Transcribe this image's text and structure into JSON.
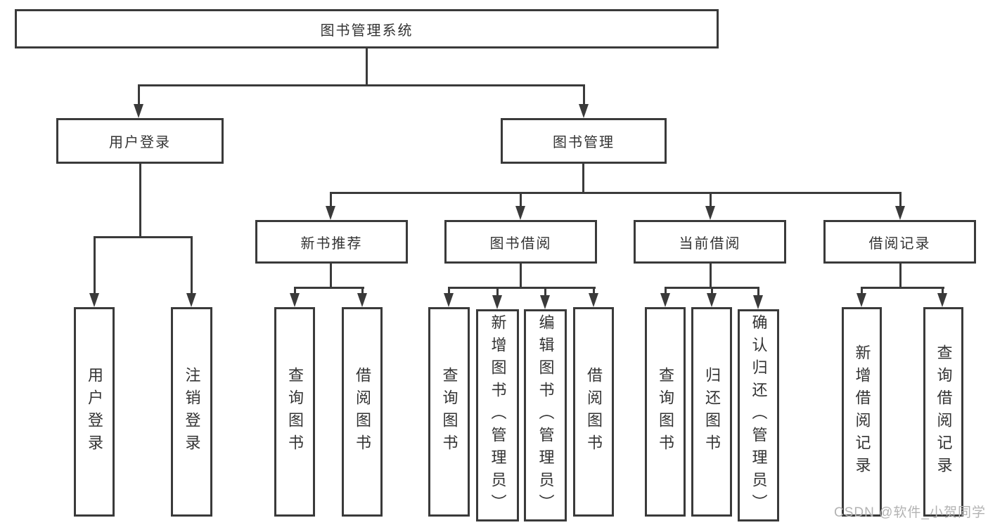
{
  "diagram": {
    "root": {
      "label": "图书管理系统"
    },
    "level2": [
      {
        "label": "用户登录"
      },
      {
        "label": "图书管理"
      }
    ],
    "level3": [
      {
        "label": "新书推荐"
      },
      {
        "label": "图书借阅"
      },
      {
        "label": "当前借阅"
      },
      {
        "label": "借阅记录"
      }
    ],
    "leaves": {
      "user": [
        "用户登录",
        "注销登录"
      ],
      "recommend": [
        "查询图书",
        "借阅图书"
      ],
      "borrow": [
        "查询图书",
        "新增图书（管理员）",
        "编辑图书（管理员）",
        "借阅图书"
      ],
      "current": [
        "查询图书",
        "归还图书",
        "确认归还（管理员）"
      ],
      "records": [
        "新增借阅记录",
        "查询借阅记录"
      ]
    }
  },
  "watermark": {
    "text": "CSDN @软件_小贺同学"
  },
  "colors": {
    "line": "#3a3a3a",
    "text": "#333333",
    "bg": "#ffffff",
    "watermark": "#b3b3b3"
  }
}
